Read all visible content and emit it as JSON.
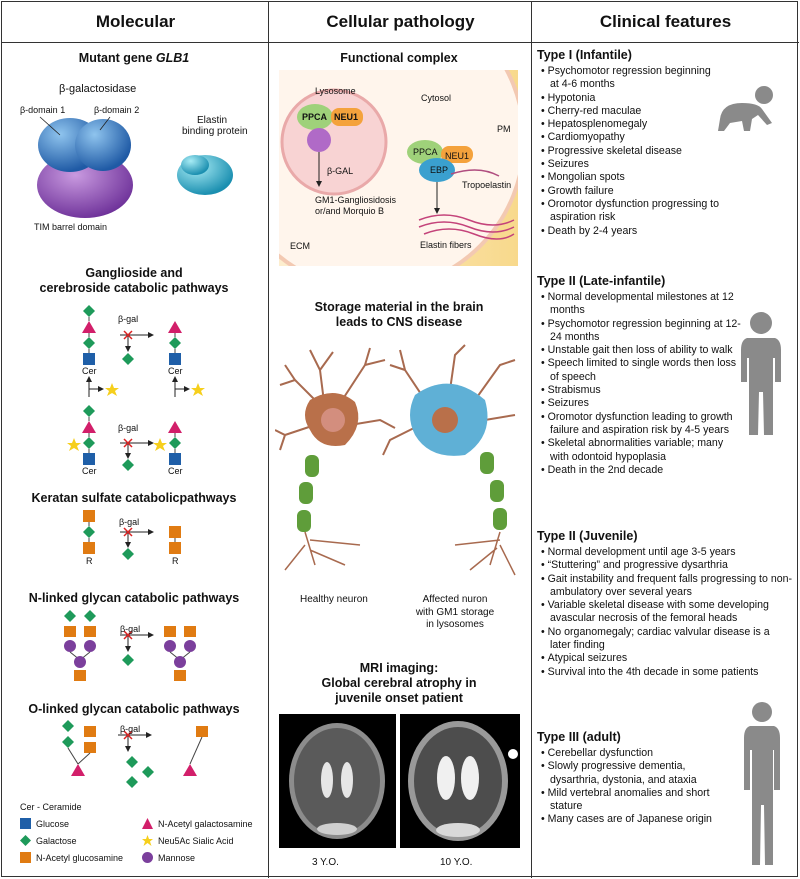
{
  "headers": {
    "molecular": "Molecular",
    "cellular": "Cellular pathology",
    "clinical": "Clinical features"
  },
  "molecular": {
    "mutant_prefix": "Mutant gene ",
    "gene": "GLB1",
    "protein_label": "β-galactosidase",
    "domain1": "β-domain 1",
    "domain2": "β-domain 2",
    "elastin_label_1": "Elastin",
    "elastin_label_2": "binding protein",
    "tim": "TIM barrel domain",
    "pathway1_l1": "Ganglioside and",
    "pathway1_l2": "cerebroside catabolic pathways",
    "pathway2": "Keratan sulfate catabolicpathways",
    "pathway3": "N-linked glycan catabolic pathways",
    "pathway4": "O-linked glycan catabolic pathways",
    "bgal": "β-gal",
    "cer": "Cer",
    "r": "R",
    "legend": {
      "cer": "Cer - Ceramide",
      "glucose": "Glucose",
      "galactose": "Galactose",
      "glcnac": "N-Acetyl glucosamine",
      "galnac": "N-Acetyl galactosamine",
      "neu5ac": "Neu5Ac Sialic Acid",
      "mannose": "Mannose"
    }
  },
  "cellular": {
    "complex_title": "Functional complex",
    "lysosome": "Lysosome",
    "cytosol": "Cytosol",
    "pm": "PM",
    "ppca": "PPCA",
    "neu1": "NEU1",
    "ebp": "EBP",
    "bgal": "β-GAL",
    "tropoelastin": "Tropoelastin",
    "gm1_l1": "GM1-Gangliosidosis",
    "gm1_l2": "or/and Morquio B",
    "ecm": "ECM",
    "elastin_fibers": "Elastin fibers",
    "storage_l1": "Storage material in the brain",
    "storage_l2": "leads to CNS disease",
    "healthy": "Healthy neuron",
    "affected_l1": "Affected nuron",
    "affected_l2": "with GM1 storage",
    "affected_l3": "in lysosomes",
    "mri_l1": "MRI imaging:",
    "mri_l2": "Global cerebral atrophy in",
    "mri_l3": "juvenile onset patient",
    "age1": "3 Y.O.",
    "age2": "10 Y.O."
  },
  "clinical": {
    "types": [
      {
        "title": "Type I (Infantile)",
        "items": [
          "Psychomotor regression beginning at 4-6 months",
          "Hypotonia",
          "Cherry-red maculae",
          "Hepatosplenomegaly",
          "Cardiomyopathy",
          "Progressive skeletal disease",
          "Seizures",
          "Mongolian spots",
          "Growth failure",
          "Oromotor dysfunction progressing to aspiration risk",
          "Death by 2-4 years"
        ]
      },
      {
        "title": "Type II (Late-infantile)",
        "items": [
          "Normal developmental milestones at 12 months",
          "Psychomotor regression beginning at 12-24 months",
          "Unstable gait then loss of ability to walk",
          "Speech limited to single words then loss of speech",
          "Strabismus",
          "Seizures",
          "Oromotor dysfunction leading to growth failure and aspiration risk by 4-5 years",
          "Skeletal abnormalities variable; many with odontoid hypoplasia",
          "Death in the 2nd decade"
        ]
      },
      {
        "title": "Type II (Juvenile)",
        "items": [
          "Normal development until age 3-5 years",
          "“Stuttering” and progressive dysarthria",
          "Gait instability and frequent falls progressing to non-ambulatory over several years",
          "Variable skeletal disease with some developing avascular necrosis of the femoral heads",
          "No organomegaly; cardiac valvular disease is a later finding",
          "Atypical seizures",
          "Survival into the 4th decade in some patients"
        ]
      },
      {
        "title": "Type III (adult)",
        "items": [
          "Cerebellar dysfunction",
          "Slowly progressive dementia, dysarthria, dystonia, and ataxia",
          "Mild vertebral anomalies and short stature",
          "Many cases are of Japanese origin"
        ]
      }
    ]
  },
  "colors": {
    "glucose": "#1f5fa8",
    "galactose": "#1e9a5a",
    "glcnac": "#e07b12",
    "galnac": "#d21f6a",
    "neu5ac": "#f6cf1c",
    "mannose": "#7b3f9c"
  }
}
